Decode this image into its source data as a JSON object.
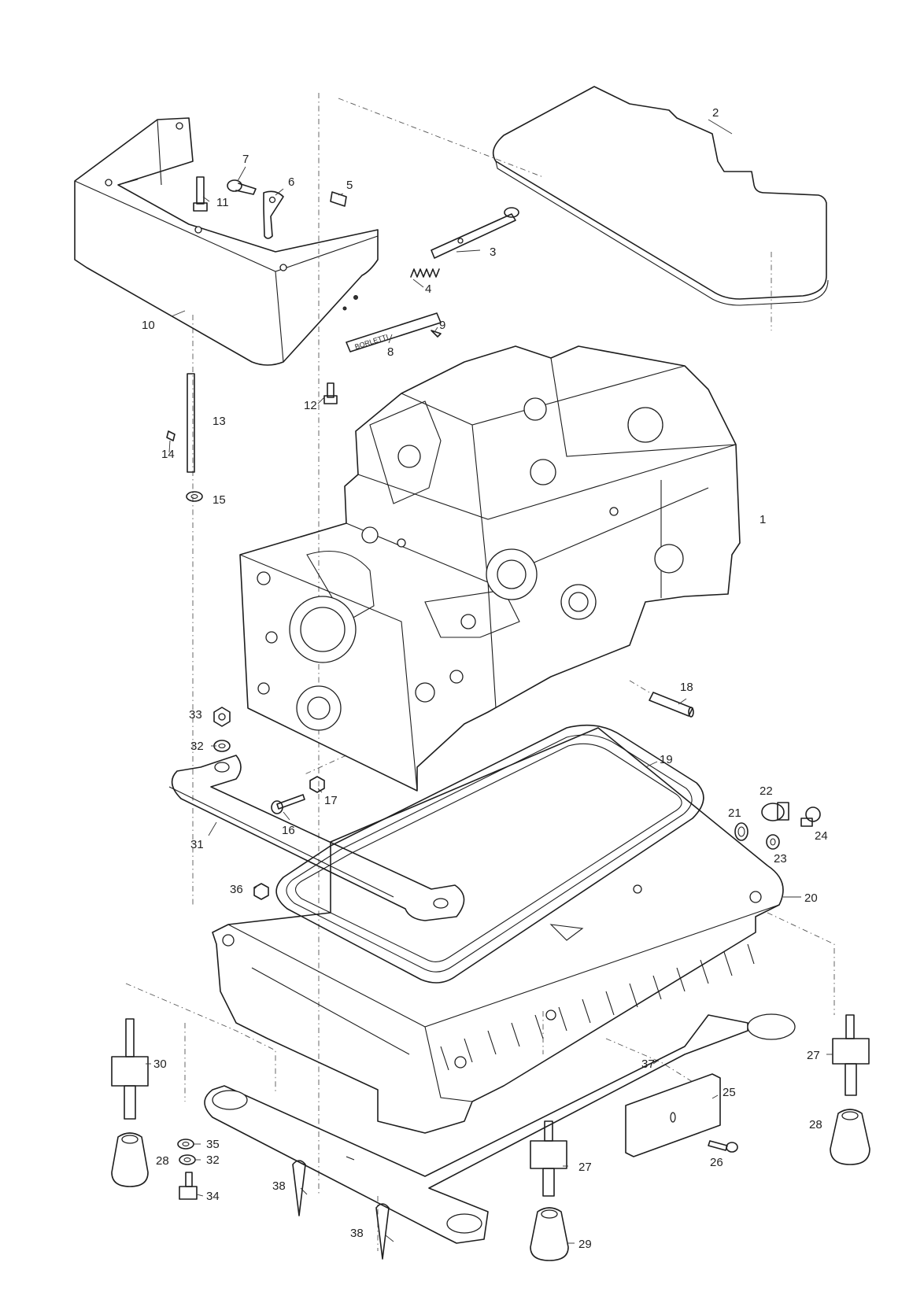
{
  "callouts": [
    {
      "label": "1"
    },
    {
      "label": "2"
    },
    {
      "label": "3"
    },
    {
      "label": "4"
    },
    {
      "label": "5"
    },
    {
      "label": "6"
    },
    {
      "label": "7"
    },
    {
      "label": "8"
    },
    {
      "label": "9"
    },
    {
      "label": "10"
    },
    {
      "label": "11"
    },
    {
      "label": "12"
    },
    {
      "label": "13"
    },
    {
      "label": "14"
    },
    {
      "label": "15"
    },
    {
      "label": "16"
    },
    {
      "label": "17"
    },
    {
      "label": "18"
    },
    {
      "label": "19"
    },
    {
      "label": "20"
    },
    {
      "label": "21"
    },
    {
      "label": "22"
    },
    {
      "label": "23"
    },
    {
      "label": "24"
    },
    {
      "label": "25"
    },
    {
      "label": "26"
    },
    {
      "label": "27"
    },
    {
      "label": "27"
    },
    {
      "label": "28"
    },
    {
      "label": "28"
    },
    {
      "label": "29"
    },
    {
      "label": "30"
    },
    {
      "label": "31"
    },
    {
      "label": "32"
    },
    {
      "label": "32"
    },
    {
      "label": "33"
    },
    {
      "label": "34"
    },
    {
      "label": "35"
    },
    {
      "label": "36"
    },
    {
      "label": "37"
    },
    {
      "label": "38"
    },
    {
      "label": "38"
    }
  ],
  "nameplate_text": "BORLETTI"
}
